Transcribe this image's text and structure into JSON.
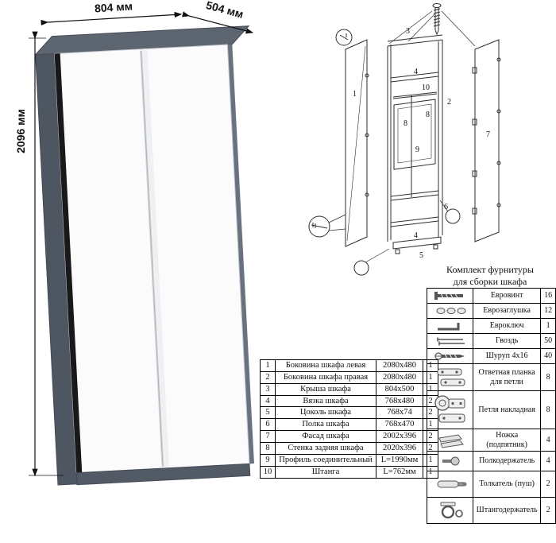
{
  "dimensions": {
    "width": "804 мм",
    "depth": "504 мм",
    "height": "2096 мм"
  },
  "parts": {
    "rows": [
      {
        "num": "1",
        "name": "Боковина шкафа левая",
        "size": "2080x480",
        "qty": "1"
      },
      {
        "num": "2",
        "name": "Боковина шкафа правая",
        "size": "2080x480",
        "qty": "1"
      },
      {
        "num": "3",
        "name": "Крыша шкафа",
        "size": "804x500",
        "qty": "1"
      },
      {
        "num": "4",
        "name": "Вязка шкафа",
        "size": "768x480",
        "qty": "2"
      },
      {
        "num": "5",
        "name": "Цоколь шкафа",
        "size": "768x74",
        "qty": "2"
      },
      {
        "num": "6",
        "name": "Полка шкафа",
        "size": "768x470",
        "qty": "1"
      },
      {
        "num": "7",
        "name": "Фасад шкафа",
        "size": "2002x396",
        "qty": "2"
      },
      {
        "num": "8",
        "name": "Стенка задняя шкафа",
        "size": "2020x396",
        "qty": "2"
      },
      {
        "num": "9",
        "name": "Профиль соединительный",
        "size": "L=1990мм",
        "qty": "1"
      },
      {
        "num": "10",
        "name": "Штанга",
        "size": "L=762мм",
        "qty": "1"
      }
    ]
  },
  "hardware_kit": {
    "title_line1": "Комплект фурнитуры",
    "title_line2": "для сборки шкафа",
    "rows": [
      {
        "name": "Евровинт",
        "qty": "16"
      },
      {
        "name": "Еврозаглушка",
        "qty": "12"
      },
      {
        "name": "Евроключ",
        "qty": "1"
      },
      {
        "name": "Гвоздь",
        "qty": "50"
      },
      {
        "name": "Шуруп 4x16",
        "qty": "40"
      },
      {
        "name": "Ответная планка для петли",
        "qty": "8"
      },
      {
        "name": "Петля накладная",
        "qty": "8"
      },
      {
        "name": "Ножка (подпятник)",
        "qty": "4"
      },
      {
        "name": "Полкодержатель",
        "qty": "4"
      },
      {
        "name": "Толкатель (пуш)",
        "qty": "2"
      },
      {
        "name": "Штангодержатель",
        "qty": "2"
      }
    ]
  },
  "diagram": {
    "labels": [
      "1",
      "2",
      "3",
      "4",
      "10",
      "8",
      "8",
      "9",
      "6",
      "4",
      "5",
      "7"
    ]
  },
  "colors": {
    "cabinet_top": "#5d6571",
    "cabinet_side": "#4e5662",
    "cabinet_plinth": "#525a66",
    "door_white": "#fbfbfc"
  }
}
